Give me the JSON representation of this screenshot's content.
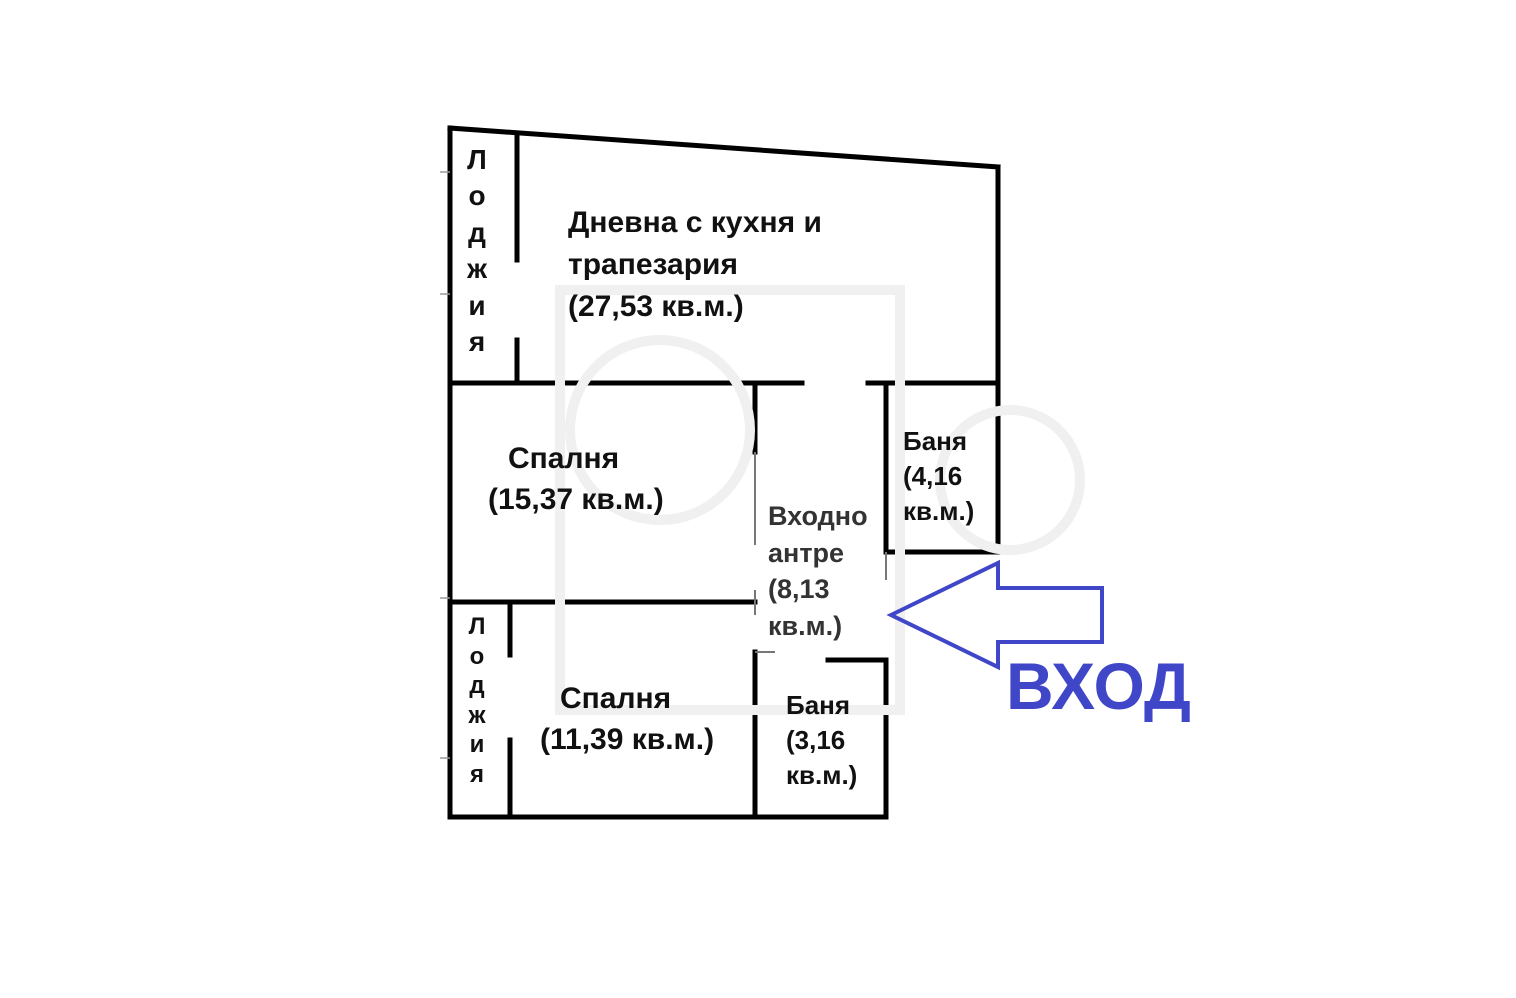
{
  "rooms": {
    "living": {
      "lines": [
        "Дневна с кухня и",
        "трапезария",
        "(27,53 кв.м.)"
      ]
    },
    "bedroom_1": {
      "lines": [
        "Спалня",
        "(15,37 кв.м.)"
      ]
    },
    "bedroom_2": {
      "lines": [
        "Спалня",
        "(11,39 кв.м.)"
      ]
    },
    "bathroom_1": {
      "lines": [
        "Баня",
        "(4,16",
        "кв.м.)"
      ]
    },
    "bathroom_2": {
      "lines": [
        "Баня",
        "(3,16",
        "кв.м.)"
      ]
    },
    "entrance_hall": {
      "lines": [
        "Входно",
        "антре",
        "(8,13",
        "кв.м.)"
      ]
    },
    "loggia_1": {
      "letters": [
        "Л",
        "о",
        "д",
        "ж",
        "и",
        "я"
      ]
    },
    "loggia_2": {
      "letters": [
        "Л",
        "о",
        "д",
        "ж",
        "и",
        "я"
      ]
    }
  },
  "entrance": {
    "label": "ВХОД",
    "color": "#4046c8"
  },
  "colors": {
    "wall": "#000000",
    "background": "#ffffff",
    "text": "#111111"
  }
}
